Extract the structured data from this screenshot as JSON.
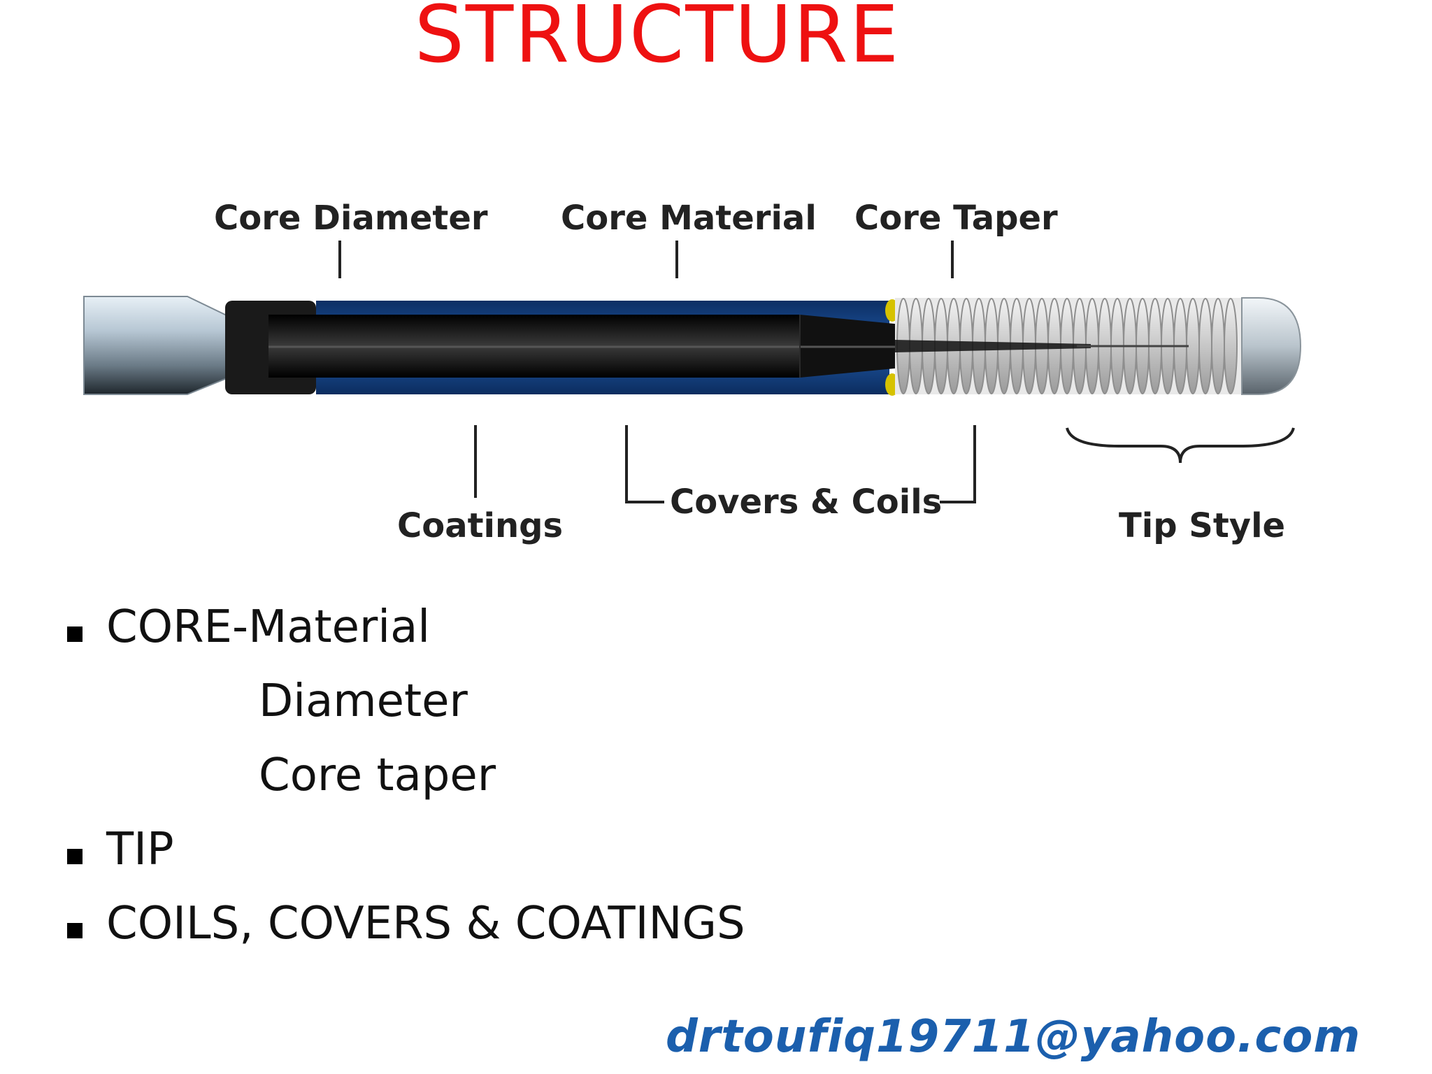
{
  "title": "STRUCTURE",
  "diagram": {
    "labels": {
      "core_diameter": "Core Diameter",
      "core_material": "Core Material",
      "core_taper": "Core Taper",
      "coatings": "Coatings",
      "covers_coils": "Covers & Coils",
      "tip_style": "Tip Style"
    },
    "colors": {
      "cover": "#1a4a8c",
      "core": "#0a0a0a",
      "hub": "#b8c8d6",
      "coil": "#c9c9c9",
      "solder": "#d6c200"
    }
  },
  "bullets": [
    {
      "marker": true,
      "text": "CORE-Material"
    },
    {
      "marker": false,
      "text": "Diameter"
    },
    {
      "marker": false,
      "text": "Core taper"
    },
    {
      "marker": true,
      "text": "TIP"
    },
    {
      "marker": true,
      "text": "COILS, COVERS & COATINGS"
    }
  ],
  "email": "drtoufiq19711@yahoo.com"
}
